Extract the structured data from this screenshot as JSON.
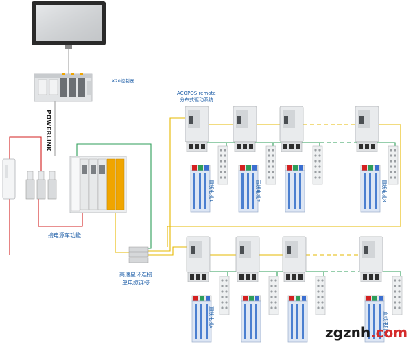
{
  "labels": {
    "x20_controller": "X20控制器",
    "powerlink": "POWERLINK",
    "acopos_title": "ACOPOS remote",
    "acopos_subtitle": "分布式驱动系统",
    "dc_bus": "接电源车功能",
    "hub_line1": "高速星环连接",
    "hub_line2": "单电缆连接",
    "motor_1": "直线电机1",
    "motor_2": "直线电机2",
    "motor_8": "直线电机8",
    "motor_9": "直线电机9",
    "motor_16": "直线电机16"
  },
  "watermark": {
    "main": "zgznh",
    "suffix": ".com"
  },
  "colors": {
    "cable_yellow": "#e6b800",
    "cable_green": "#2e9e5a",
    "cable_red": "#d32020",
    "cable_grey": "#a0a0a0",
    "label_blue": "#1f5fa8",
    "watermark_main": "#1a1a1a",
    "watermark_suffix": "#d52b2b",
    "drive_orange": "#f0a500"
  }
}
